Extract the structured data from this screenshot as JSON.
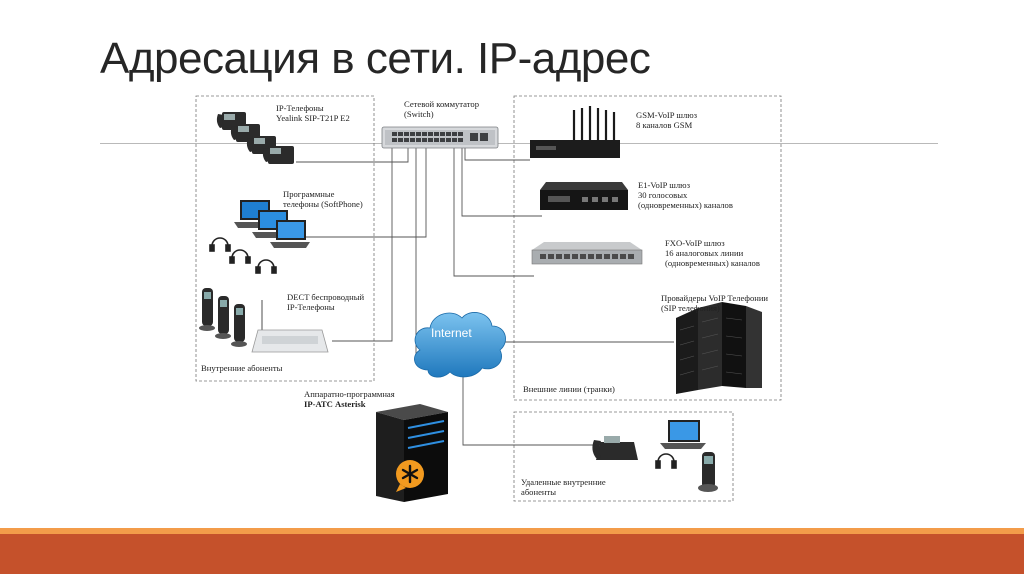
{
  "slide": {
    "title": "Адресация в сети. IP-адрес"
  },
  "diagram": {
    "switch_label_1": "Сетевой коммутатор",
    "switch_label_2": "(Switch)",
    "ip_phones_1": "IP-Телефоны",
    "ip_phones_2": "Yealink SIP-T21P E2",
    "softphones_1": "Программные",
    "softphones_2": "телефоны (SoftPhone)",
    "dect_1": "DECT беспроводный",
    "dect_2": "IP-Телефоны",
    "internal_subscribers": "Внутренние абоненты",
    "gsm_1": "GSM-VoIP шлюз",
    "gsm_2": "8 каналов GSM",
    "e1_1": "E1-VoIP шлюз",
    "e1_2": "30 голосовых",
    "e1_3": "(одновременных) каналов",
    "fxo_1": "FXO-VoIP шлюз",
    "fxo_2": "16 аналоговых линии",
    "fxo_3": "(одновременных) каналов",
    "providers_1": "Провайдеры VoIP Телефонии",
    "providers_2": "(SIP телефония)",
    "external_lines": "Внешние линии (транки)",
    "internet": "Internet",
    "pbx_1": "Аппаратно-программная",
    "pbx_2": "IP-АТС Asterisk",
    "remote_1": "Удаленные внутренние",
    "remote_2": "абоненты"
  },
  "colors": {
    "accent_bar": "#c5512b",
    "accent_bar_top": "#f39c4a",
    "cloud": "#2f8fd0",
    "pbx_logo": "#f29a1f"
  }
}
